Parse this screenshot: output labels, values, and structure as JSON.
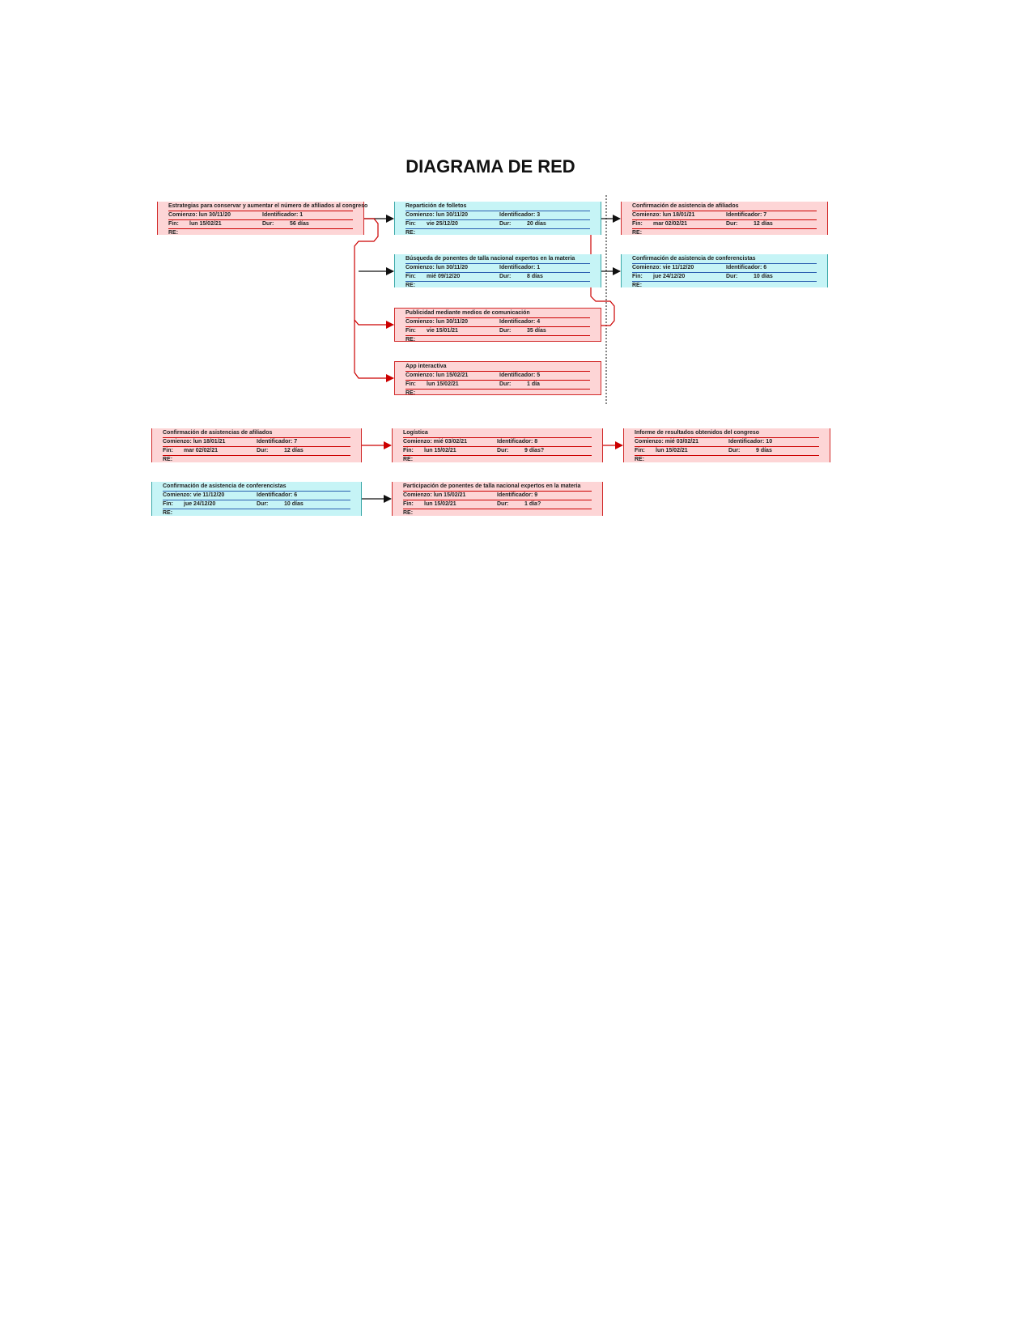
{
  "title": "DIAGRAMA DE RED",
  "labels": {
    "start": "Comienzo:",
    "id": "Identificador:",
    "end": "Fin:",
    "dur": "Dur:",
    "re": "RE:"
  },
  "colors": {
    "critical": "#fdd5d6",
    "critical_border": "#d12a2a",
    "noncritical": "#c6f4f6",
    "noncritical_border": "#3aa8a8"
  },
  "nodes": [
    {
      "name": "Estrategias para conservar y aumentar el número de afiliados al congreso",
      "start": "lun 30/11/20",
      "id": "1",
      "end": "lun 15/02/21",
      "dur": "56 días",
      "critical": true
    },
    {
      "name": "Repartición de folletos",
      "start": "lun 30/11/20",
      "id": "3",
      "end": "vie 25/12/20",
      "dur": "20 días",
      "critical": false
    },
    {
      "name": "Confirmación de asistencia de afiliados",
      "start": "lun 18/01/21",
      "id": "7",
      "end": "mar 02/02/21",
      "dur": "12 días",
      "critical": true
    },
    {
      "name": "Búsqueda de ponentes de talla nacional expertos en la materia",
      "start": "lun 30/11/20",
      "id": "1",
      "end": "mié 09/12/20",
      "dur": "8 días",
      "critical": false
    },
    {
      "name": "Confirmación de asistencia de conferencistas",
      "start": "vie 11/12/20",
      "id": "6",
      "end": "jue 24/12/20",
      "dur": "10 días",
      "critical": false
    },
    {
      "name": "Publicidad mediante medios de comunicación",
      "start": "lun 30/11/20",
      "id": "4",
      "end": "vie 15/01/21",
      "dur": "35 días",
      "critical": true
    },
    {
      "name": "App interactiva",
      "start": "lun 15/02/21",
      "id": "5",
      "end": "lun 15/02/21",
      "dur": "1 día",
      "critical": true
    },
    {
      "name": "Confirmación de asistencias de afiliados",
      "start": "lun 18/01/21",
      "id": "7",
      "end": "mar 02/02/21",
      "dur": "12 días",
      "critical": true
    },
    {
      "name": "Logística",
      "start": "mié 03/02/21",
      "id": "8",
      "end": "lun 15/02/21",
      "dur": "9 días?",
      "critical": true
    },
    {
      "name": "Informe de resultados obtenidos del congreso",
      "start": "mié 03/02/21",
      "id": "10",
      "end": "lun 15/02/21",
      "dur": "9 días",
      "critical": true
    },
    {
      "name": "Confirmación de asistencia de conferencistas",
      "start": "vie 11/12/20",
      "id": "6",
      "end": "jue 24/12/20",
      "dur": "10 días",
      "critical": false
    },
    {
      "name": "Participación de ponentes de talla nacional expertos en la materia",
      "start": "lun 15/02/21",
      "id": "9",
      "end": "lun 15/02/21",
      "dur": "1 día?",
      "critical": true
    }
  ]
}
